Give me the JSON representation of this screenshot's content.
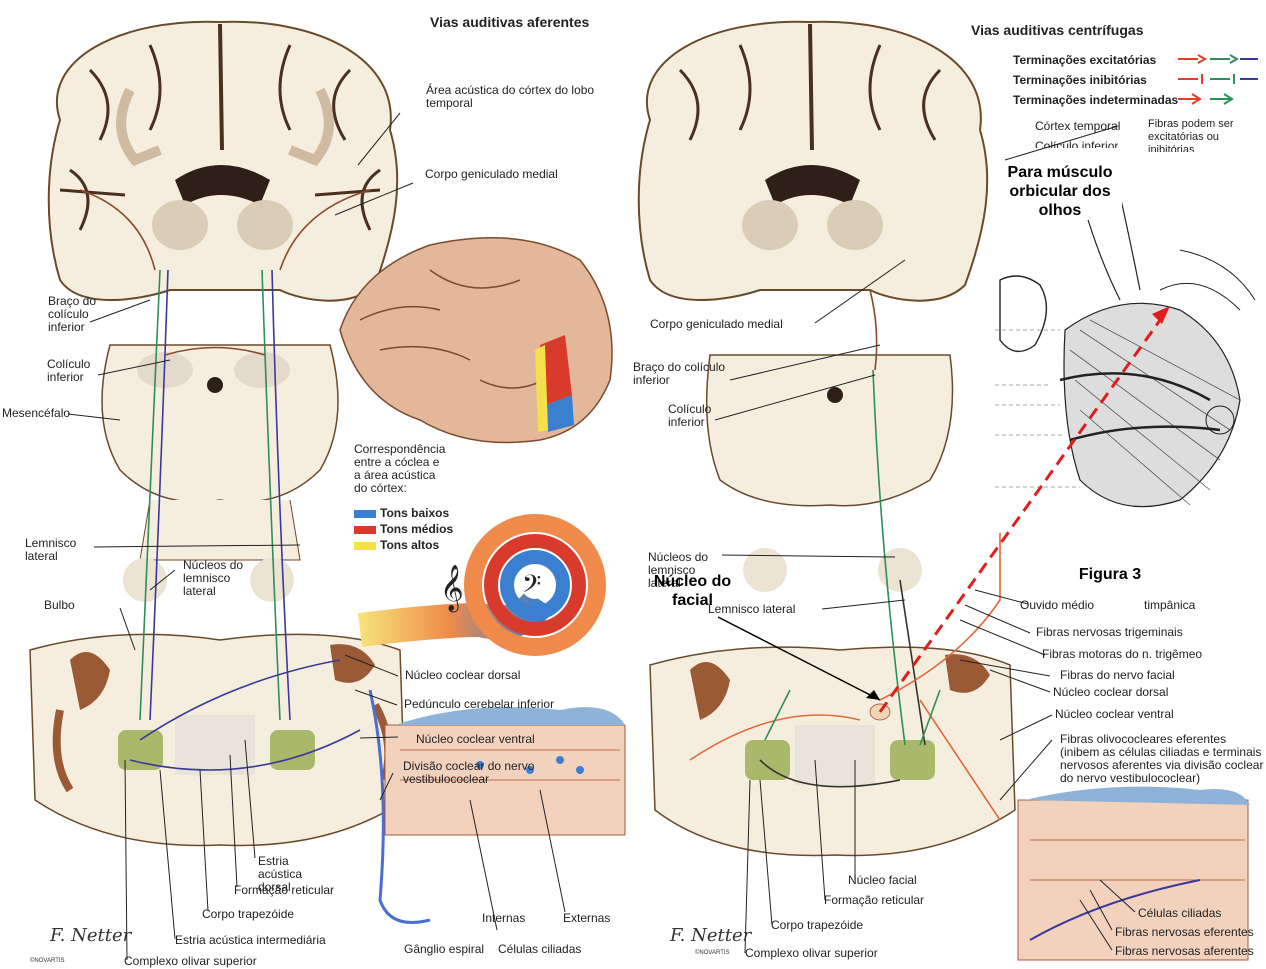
{
  "left": {
    "title": "Vias auditivas aferentes",
    "labels": {
      "area_acustica": "Área acústica do córtex do lobo temporal",
      "corpo_geniculado": "Corpo geniculado medial",
      "braco": "Braço do colículo inferior",
      "coliculo": "Colículo inferior",
      "mesencefalo": "Mesencéfalo",
      "lemnisco": "Lemnisco lateral",
      "nucleos_lemnisco": "Núcleos do lemnisco lateral",
      "bulbo": "Bulbo",
      "coclear_dorsal": "Núcleo coclear dorsal",
      "peduncolo": "Pedúnculo cerebelar inferior",
      "coclear_ventral": "Núcleo coclear ventral",
      "divisao": "Divisão coclear do nervo vestibulococlear",
      "estria_dorsal": "Estria acústica dorsal",
      "formacao": "Formação reticular",
      "trapezoide": "Corpo trapezóide",
      "estria_intermediaria": "Estria acústica intermediária",
      "olivar": "Complexo olivar superior",
      "internas": "Internas",
      "externas": "Externas",
      "ganglio": "Gânglio espiral",
      "celulas": "Células ciliadas",
      "correspondencia": "Correspondência entre a cóclea e a área acústica do córtex:"
    },
    "legend": [
      {
        "label": "Tons baixos",
        "color": "#3b7fd0"
      },
      {
        "label": "Tons médios",
        "color": "#d83a2c"
      },
      {
        "label": "Tons altos",
        "color": "#f4e04a"
      }
    ],
    "signature": "F. Netter",
    "publisher": "©NOVARTIS"
  },
  "right": {
    "title": "Vias auditivas centrífugas",
    "legend": [
      {
        "label": "Terminações excitatórias",
        "colors": [
          "#e0402a",
          "#2e8f5a",
          "#3a3a9a"
        ]
      },
      {
        "label": "Terminações inibitórias",
        "colors": [
          "#e0402a",
          "#2e8f5a",
          "#3a3a9a"
        ]
      },
      {
        "label": "Terminações indeterminadas",
        "colors": [
          "#e0402a",
          "#2e8f5a"
        ]
      }
    ],
    "labels": {
      "cortex_temporal": "Córtex temporal",
      "coliculo_inferior_cut": "Colículo inferior",
      "fibras_podem": "Fibras podem ser excitatórias ou inibitórias",
      "corpo_geniculado": "Corpo geniculado medial",
      "braco": "Braço do colículo inferior",
      "coliculo": "Colículo inferior",
      "nucleos_lemnisco": "Núcleos do lemnisco lateral",
      "lemnisco": "Lemnisco lateral",
      "ouvido": "Ouvido médio",
      "timpanica": "timpânica",
      "trigeminais": "Fibras nervosas trigeminais",
      "motoras": "Fibras motoras do n. trigêmeo",
      "nervo_facial": "Fibras do nervo facial",
      "coclear_dorsal": "Núcleo coclear dorsal",
      "coclear_ventral": "Núcleo coclear ventral",
      "olivococleares": "Fibras olivococleares eferentes (inibem as células ciliadas e terminais nervosos aferentes via divisão coclear do nervo vestibulococlear)",
      "nucleo_facial_small": "Núcleo facial",
      "formacao": "Formação reticular",
      "trapezoide": "Corpo trapezóide",
      "olivar": "Complexo olivar superior",
      "celulas": "Células ciliadas",
      "eferentes": "Fibras nervosas eferentes",
      "aferentes": "Fibras nervosas aferentes"
    },
    "signature": "F. Netter",
    "publisher": "©NOVARTIS"
  },
  "annotations": {
    "para_musculo": "Para músculo orbicular dos olhos",
    "nucleo_do_facial": "Núcleo do facial",
    "figura": "Figura 3"
  }
}
